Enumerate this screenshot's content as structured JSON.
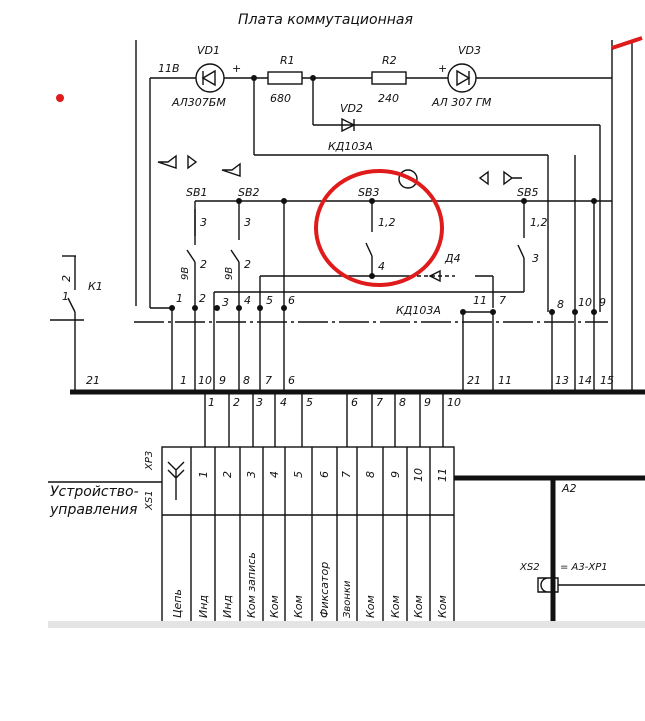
{
  "title": "Плата коммутационная",
  "components": {
    "vd1": {
      "ref": "VD1",
      "part": "АЛ307БМ",
      "pin": "11В",
      "polarity": "+"
    },
    "r1": {
      "ref": "R1",
      "value": "680"
    },
    "r2": {
      "ref": "R2",
      "value": "240"
    },
    "vd3": {
      "ref": "VD3",
      "part": "АЛ 307 ГМ",
      "polarity": "+"
    },
    "vd2": {
      "ref": "VD2",
      "part": "КД103А"
    },
    "vd4": {
      "ref": "Д4",
      "part": "КД103А"
    },
    "k1": {
      "ref": "К1",
      "pin": "2",
      "pin2": "1"
    },
    "sb1": {
      "ref": "SB1",
      "top": "3",
      "mid": "2",
      "side": "9В"
    },
    "sb2": {
      "ref": "SB2",
      "top": "3",
      "mid": "2",
      "side": "9В"
    },
    "sb3": {
      "ref": "SB3",
      "top": "1,2",
      "mid": "4"
    },
    "sb5": {
      "ref": "SB5",
      "top": "1,2",
      "mid": "3"
    }
  },
  "board_pins": [
    "1",
    "2",
    "3",
    "4",
    "5",
    "6",
    "11",
    "7",
    "8",
    "10",
    "9"
  ],
  "bus_top_labels": [
    "21",
    "1",
    "10",
    "9",
    "8",
    "7",
    "6",
    "21",
    "11",
    "13",
    "14",
    "15"
  ],
  "bus_bottom_labels": [
    "1",
    "2",
    "3",
    "4",
    "5",
    "6",
    "7",
    "8",
    "9",
    "10"
  ],
  "connector": {
    "ref_top": "XP3",
    "ref_bottom": "XS1",
    "device_label_1": "Устройство-",
    "device_label_2": "управления",
    "pins": [
      "1",
      "2",
      "3",
      "4",
      "5",
      "6",
      "7",
      "8",
      "9",
      "10",
      "11"
    ],
    "signals": [
      "Цепь",
      "Инд",
      "Инд",
      "Ком запись",
      "Ком",
      "Ком",
      "Фиксатор",
      "Звонки",
      "Ком",
      "Ком",
      "Ком",
      "Ком"
    ]
  },
  "a2": {
    "ref": "A2",
    "connector": "XS2",
    "link": "= А3-XP1"
  },
  "colors": {
    "ink": "#111111",
    "annotation": "#e01b1b"
  }
}
